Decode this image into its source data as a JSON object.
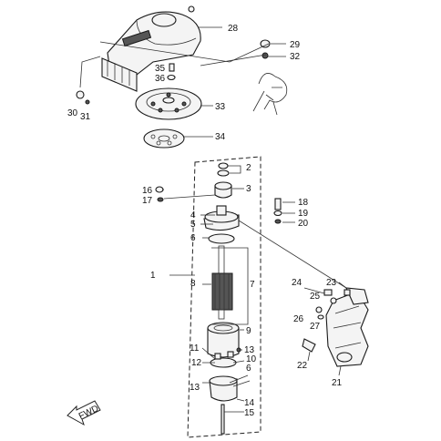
{
  "diagram": {
    "callouts": [
      "1",
      "2",
      "3",
      "4",
      "5",
      "6",
      "7",
      "8",
      "9",
      "10",
      "11",
      "12",
      "13",
      "14",
      "15",
      "16",
      "17",
      "18",
      "19",
      "20",
      "21",
      "22",
      "23",
      "24",
      "25",
      "26",
      "27",
      "28",
      "29",
      "30",
      "31",
      "32",
      "33",
      "34",
      "35",
      "36"
    ],
    "callout_6_lower": "6",
    "fwd_label": "FWD"
  }
}
